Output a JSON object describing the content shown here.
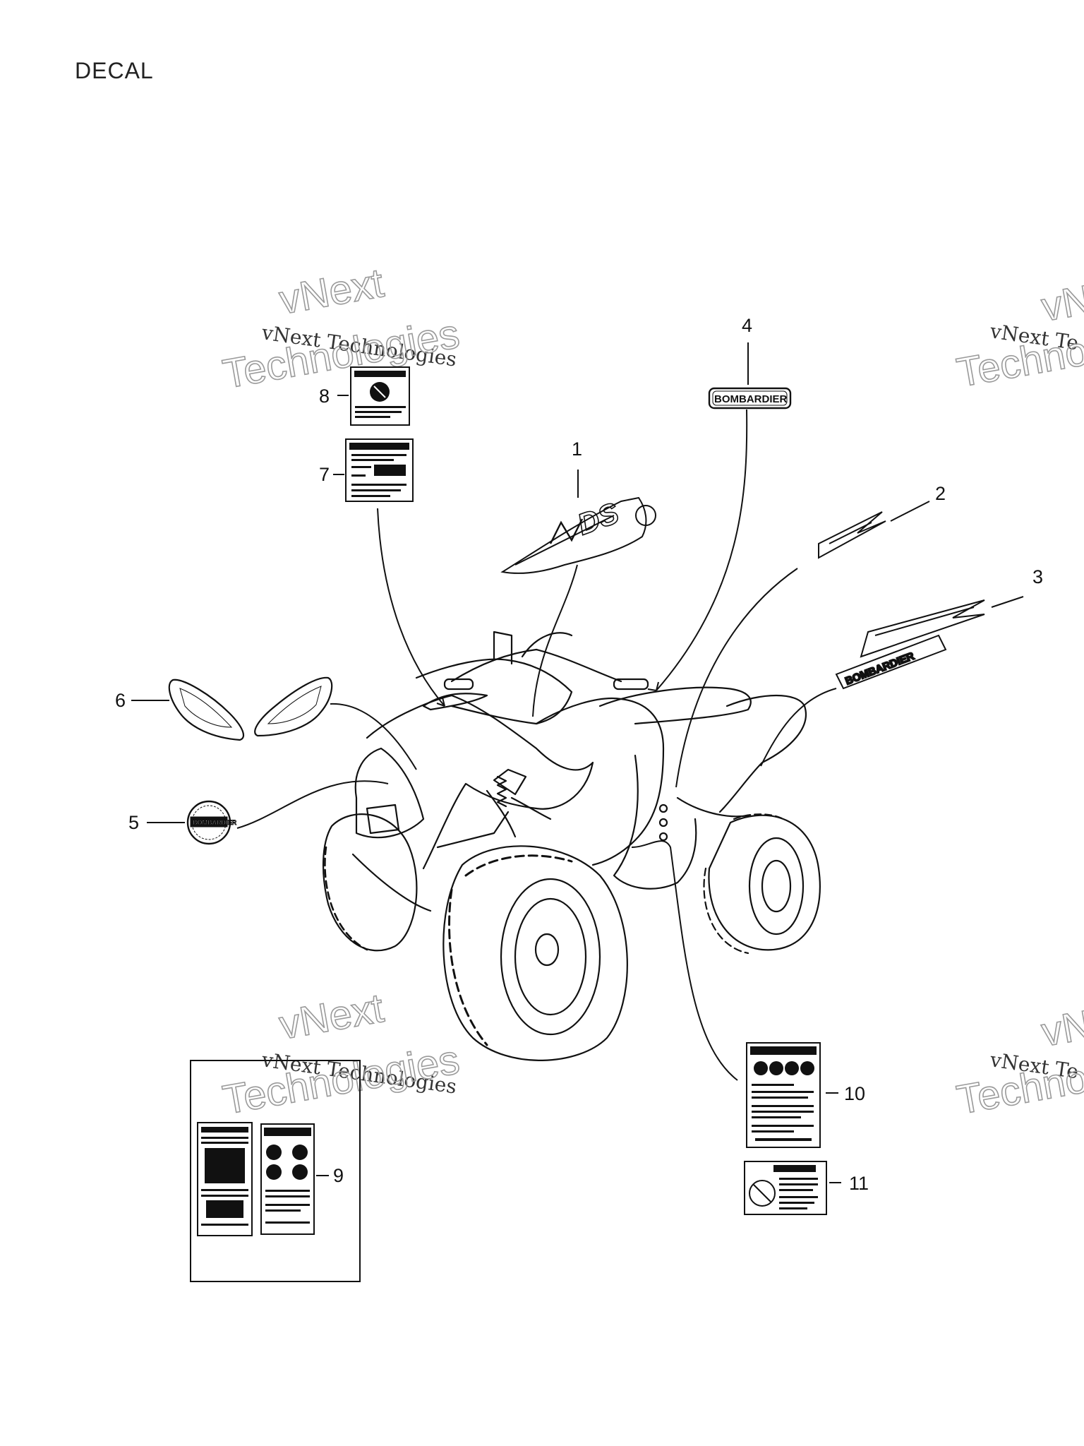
{
  "title": "DECAL",
  "watermark": {
    "line_small": "vNext Technologies",
    "line_big_1": "vNext",
    "line_big_2": "Technologies",
    "partial_small": "vNext Te",
    "partial_big_1": "vN",
    "partial_big_2": "Techno"
  },
  "callouts": [
    "1",
    "2",
    "3",
    "4",
    "5",
    "6",
    "7",
    "8",
    "9",
    "10",
    "11"
  ],
  "decal_text": {
    "brand": "BOMBARDIER",
    "model": "DS"
  },
  "colors": {
    "ink": "#111111",
    "watermark": "#9a9a9a"
  }
}
